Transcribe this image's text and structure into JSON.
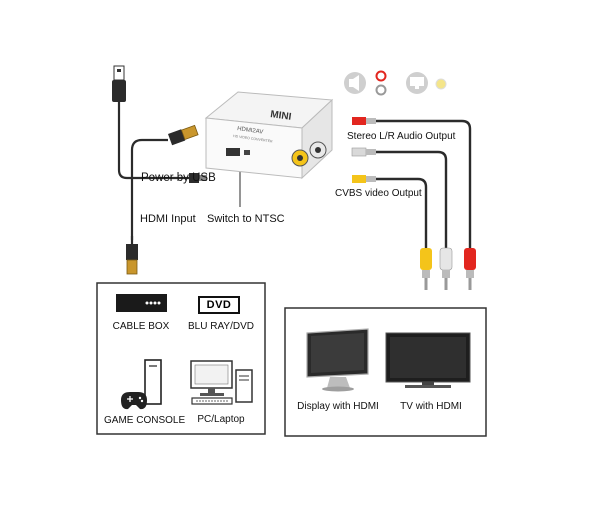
{
  "adapter": {
    "brand": "MINI",
    "model": "HDMI2AV",
    "subtitle": "HD VIDEO CONVERTER"
  },
  "labels": {
    "power": "Power by USB",
    "hdmi_input": "HDMI Input",
    "switch": "Switch to NTSC",
    "audio_out": "Stereo L/R Audio Output",
    "video_out": "CVBS video Output"
  },
  "sources": {
    "cable_box": "CABLE BOX",
    "dvd_logo": "DVD",
    "bluray": "BLU RAY/DVD",
    "game_console": "GAME CONSOLE",
    "pc": "PC/Laptop"
  },
  "displays": {
    "display_hdmi": "Display with HDMI",
    "tv_hdmi": "TV with HDMI"
  },
  "colors": {
    "red_plug": "#e2261f",
    "white_plug": "#d9d9d9",
    "yellow_plug": "#f4c41a",
    "cable": "#2b2b2b",
    "hdmi_plug": "#c9962c"
  },
  "icons": [
    "speaker-icon",
    "audio-jacks-icon",
    "monitor-icon",
    "video-jack-icon"
  ]
}
